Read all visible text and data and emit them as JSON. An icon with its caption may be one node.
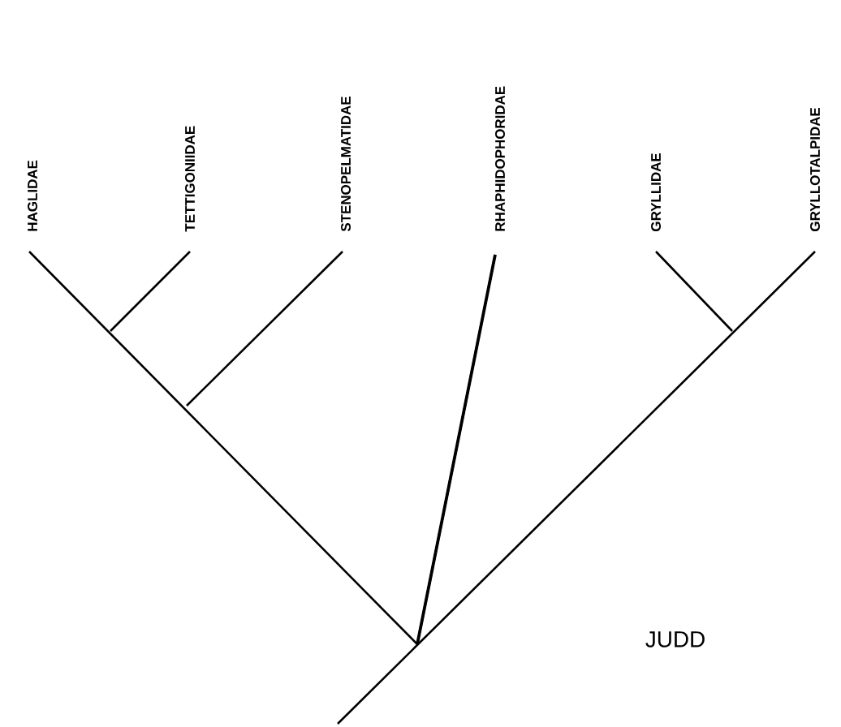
{
  "diagram": {
    "labels": [
      "HAGLIDAE",
      "TETTIGONIIDAE",
      "STENOPELMATIDAE",
      "RHAPHIDOPHORIDAE",
      "GRYLLIDAE",
      "GRYLLOTALPIDAE",
      "JUDD"
    ]
  }
}
